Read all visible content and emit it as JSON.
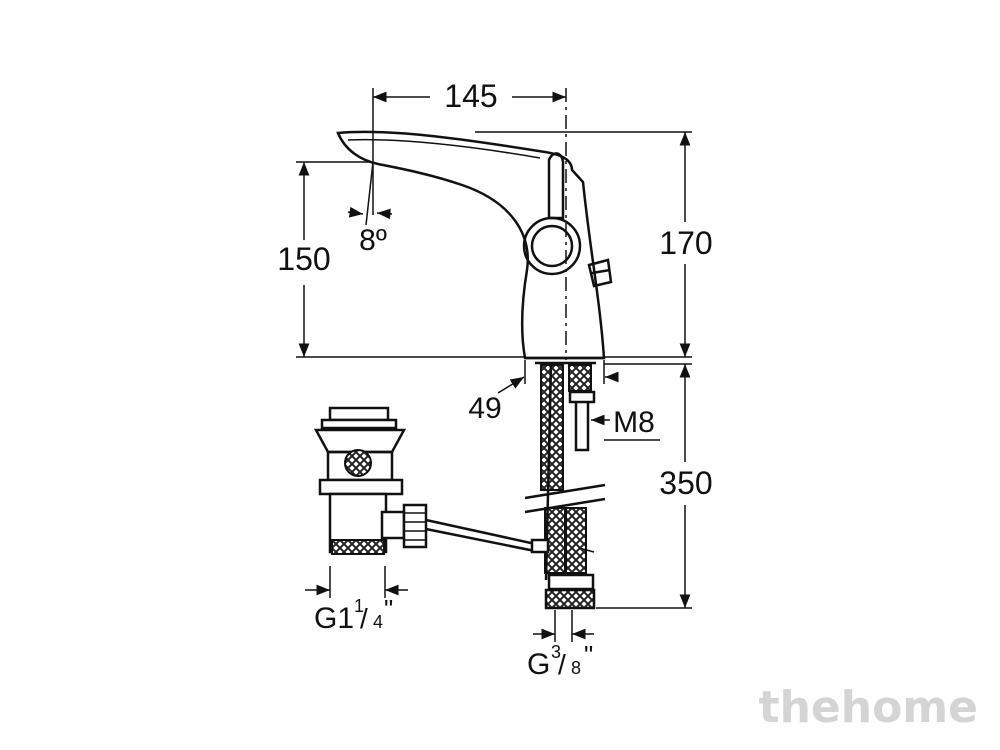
{
  "dimensions": {
    "spout_reach": "145",
    "spout_height": "150",
    "spout_angle": "8º",
    "total_height": "170",
    "base_diameter": "49",
    "stud_thread": "M8",
    "hose_length": "350",
    "waste_thread_g": "G1",
    "waste_thread_frac_num": "1",
    "waste_thread_frac_den": "4",
    "waste_thread_quote": "\"",
    "hose_thread_g": "G",
    "hose_thread_frac_num": "3",
    "hose_thread_frac_den": "8",
    "hose_thread_quote": "\""
  },
  "watermark": "thehome",
  "colors": {
    "ink": "#111111",
    "watermark": "#d4d4d4"
  }
}
